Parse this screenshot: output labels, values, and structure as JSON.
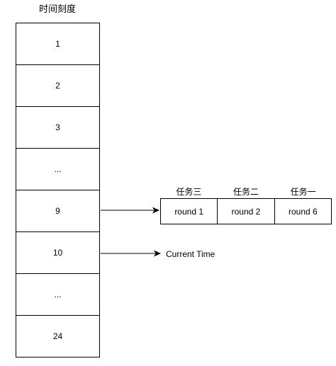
{
  "diagram": {
    "title": "时间刻度",
    "slots": [
      "1",
      "2",
      "3",
      "...",
      "9",
      "10",
      "...",
      "24"
    ],
    "task_headers": [
      "任务三",
      "任务二",
      "任务一"
    ],
    "task_rounds": [
      "round 1",
      "round 2",
      "round 6"
    ],
    "current_time_label": "Current Time"
  }
}
